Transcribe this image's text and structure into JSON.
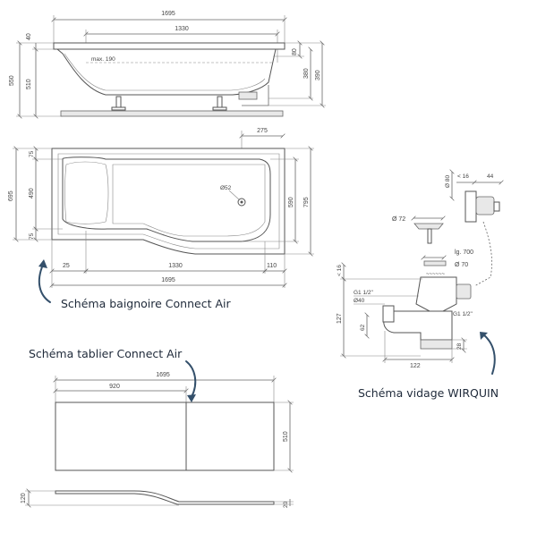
{
  "captions": {
    "bath": "Schéma baignoire Connect Air",
    "panel": "Schéma tablier Connect Air",
    "drain": "Schéma vidage WIRQUIN"
  },
  "bath_side": {
    "len_total": "1695",
    "len_inner": "1330",
    "h_total": "550",
    "h_40": "40",
    "h_510": "510",
    "max": "max. 190",
    "r80": "80",
    "r380": "380",
    "r390": "390"
  },
  "bath_top": {
    "w275": "275",
    "d52": "Ø52",
    "w695": "695",
    "w75a": "75",
    "w490": "490",
    "w75b": "75",
    "r590": "590",
    "r795": "795",
    "b25": "25",
    "b1330": "1330",
    "b110": "110",
    "b1695": "1695"
  },
  "panel": {
    "len_total": "1695",
    "len_920": "920",
    "h510": "510",
    "h120": "120",
    "h20": "20"
  },
  "drain": {
    "d80": "Ø 80",
    "lt16": "< 16",
    "w44": "44",
    "d72": "Ø 72",
    "lg700": "lg. 700",
    "d70": "Ø 70",
    "lt16b": "< 16",
    "g112a": "G1 1/2\"",
    "d40": "Ø40",
    "g112b": "G1 1/2\"",
    "h127": "127",
    "h62": "62",
    "h28": "28",
    "w122": "122"
  }
}
